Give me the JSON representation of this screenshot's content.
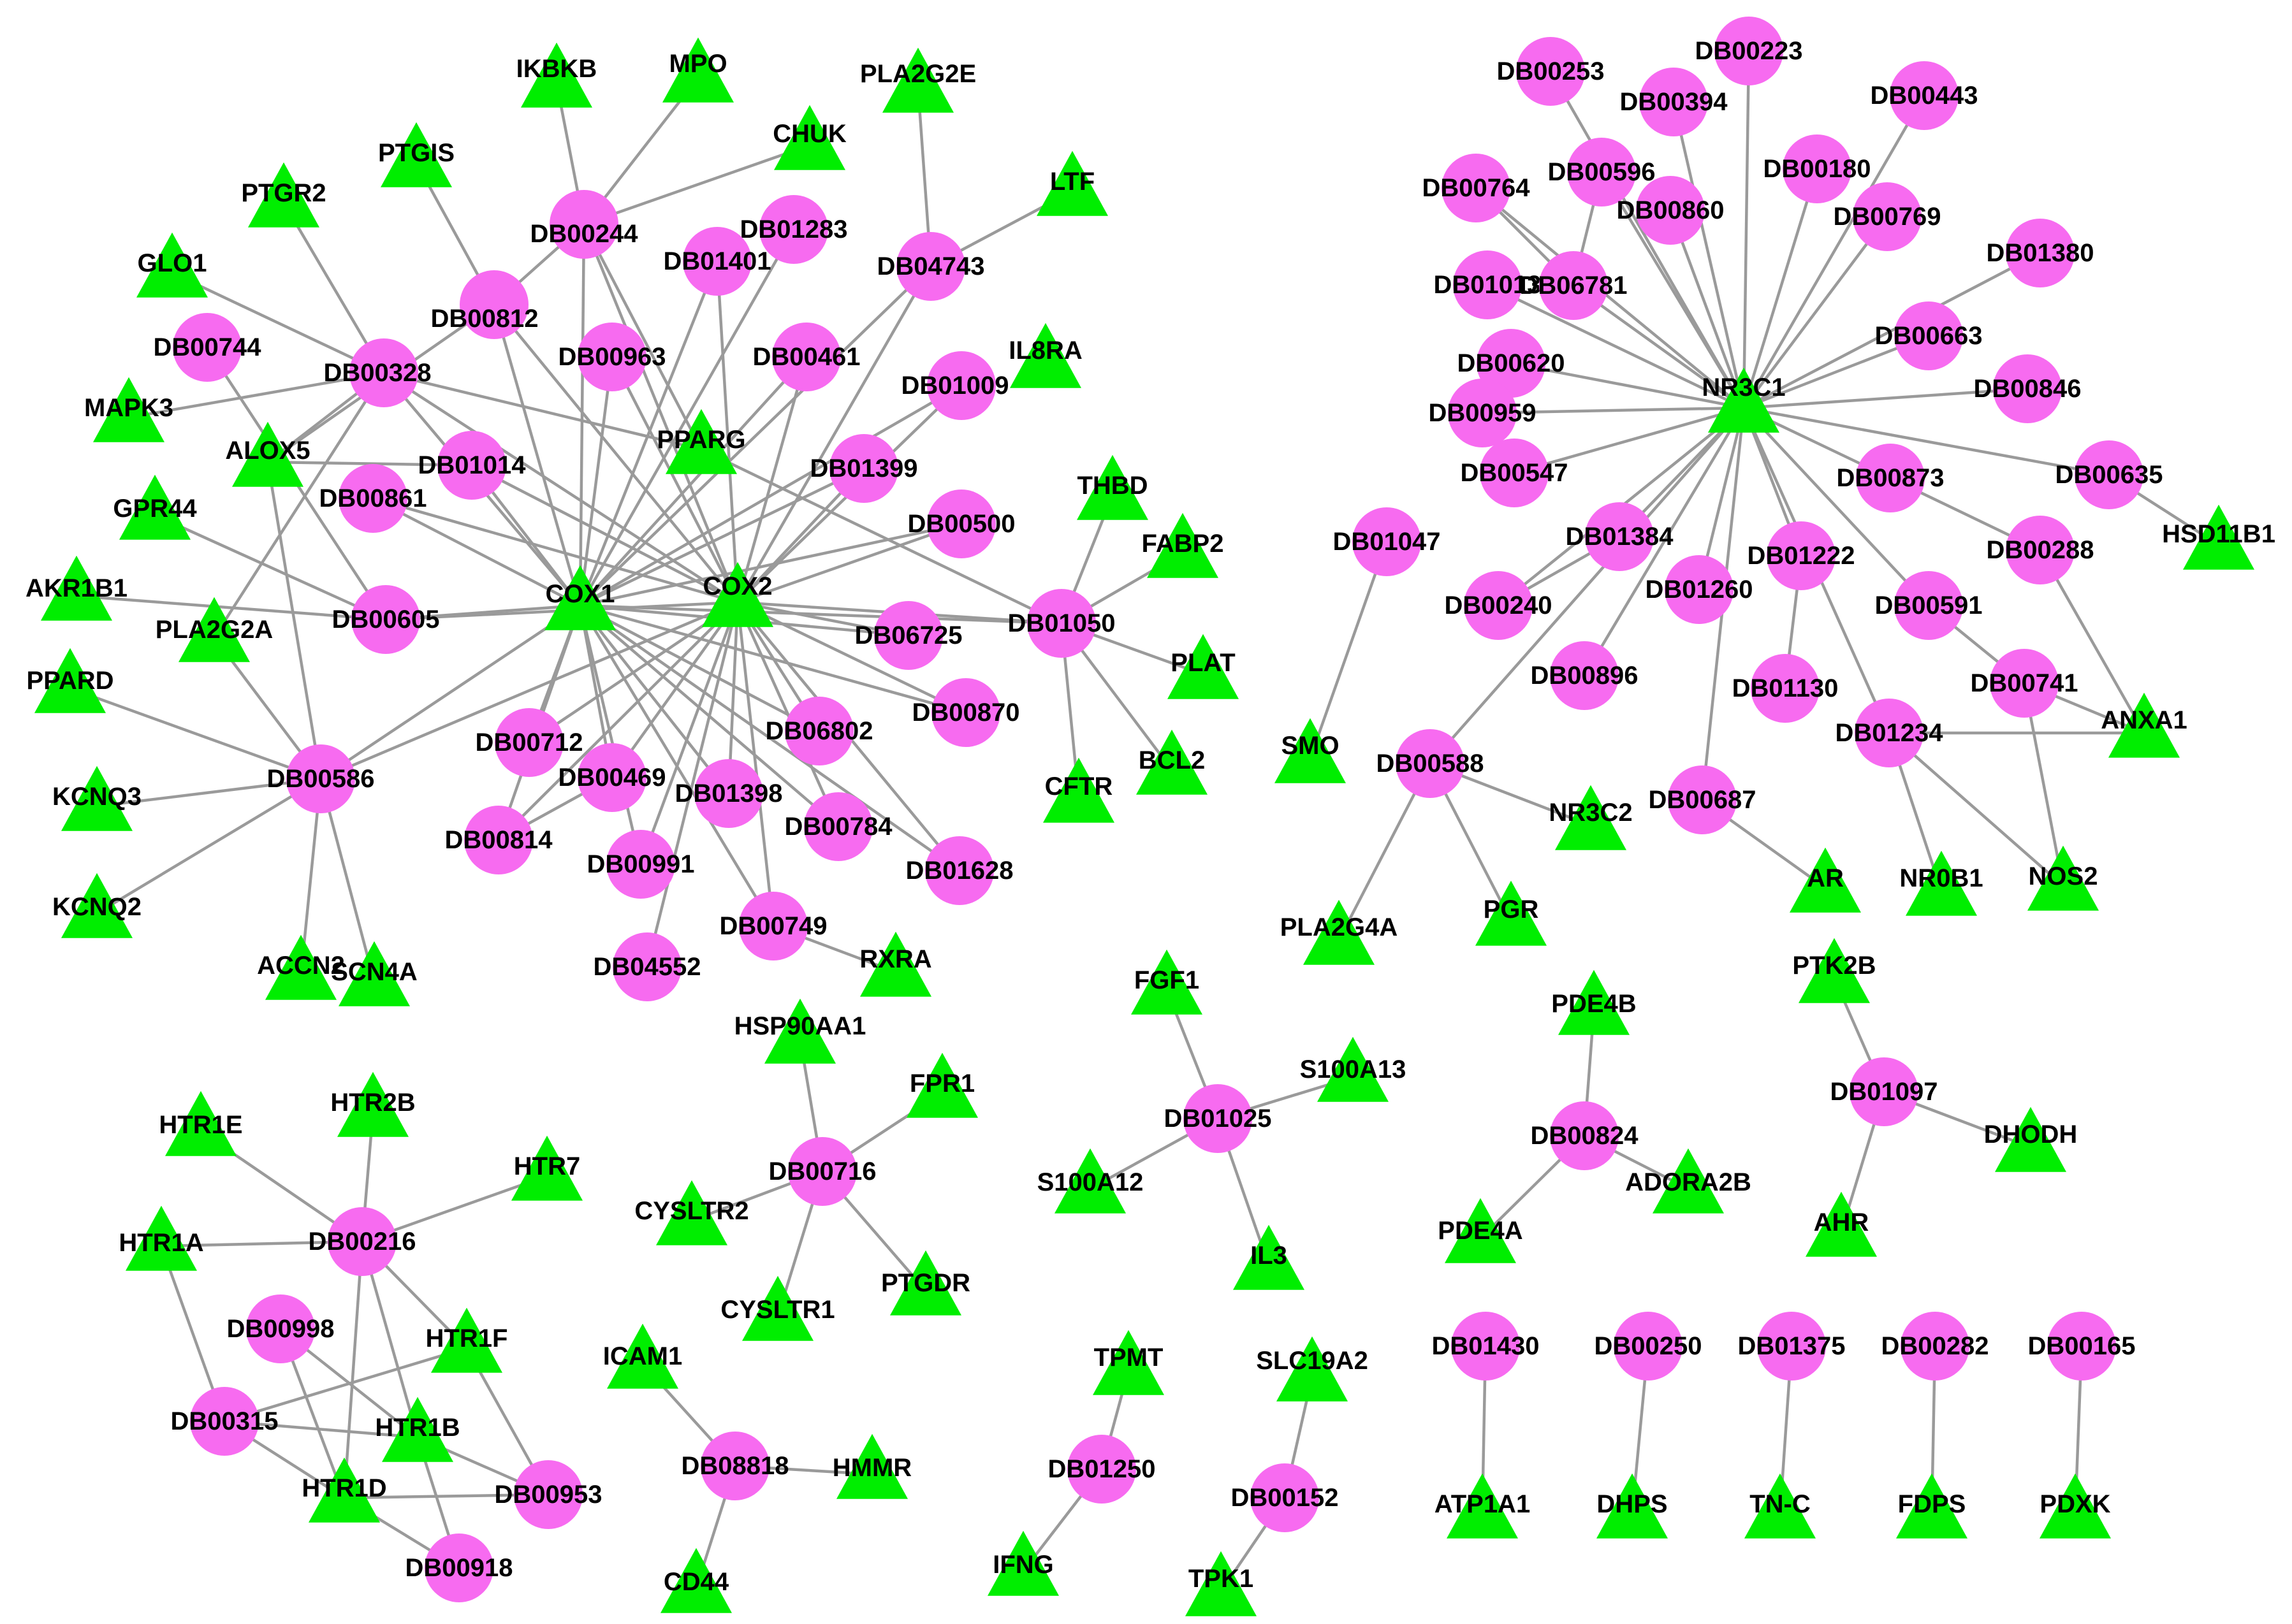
{
  "colors": {
    "drug": "#f76bf0",
    "target": "#00ee00",
    "edge": "#9a9a9a"
  },
  "legend_shapes": {
    "drug": "circle",
    "target": "triangle"
  },
  "drugs": [
    "DB00244",
    "DB01283",
    "DB00812",
    "DB01401",
    "DB04743",
    "DB00328",
    "DB00963",
    "DB00461",
    "DB00744",
    "DB01009",
    "DB01014",
    "DB01399",
    "DB00861",
    "DB00500",
    "DB00605",
    "DB06725",
    "DB01050",
    "DB00870",
    "DB06802",
    "DB00712",
    "DB00586",
    "DB00469",
    "DB01398",
    "DB00784",
    "DB00814",
    "DB00991",
    "DB01628",
    "DB00749",
    "DB04552",
    "DB00253",
    "DB00223",
    "DB00394",
    "DB00443",
    "DB00596",
    "DB00764",
    "DB00180",
    "DB00860",
    "DB00769",
    "DB01380",
    "DB01013",
    "DB06781",
    "DB00663",
    "DB00620",
    "DB00846",
    "DB00959",
    "DB00547",
    "DB00873",
    "DB00635",
    "DB01384",
    "DB01047",
    "DB01222",
    "DB00288",
    "DB01260",
    "DB00240",
    "DB00591",
    "DB00896",
    "DB00741",
    "DB01130",
    "DB01234",
    "DB00588",
    "DB00687",
    "DB00716",
    "DB01025",
    "DB00824",
    "DB01097",
    "DB00216",
    "DB00998",
    "DB00315",
    "DB00953",
    "DB00918",
    "DB08818",
    "DB01250",
    "DB00152",
    "DB01430",
    "DB00250",
    "DB01375",
    "DB00282",
    "DB00165"
  ],
  "targets": [
    "IKBKB",
    "MPO",
    "PLA2G2E",
    "PTGIS",
    "CHUK",
    "PTGR2",
    "LTF",
    "GLO1",
    "IL8RA",
    "MAPK3",
    "PPARG",
    "ALOX5",
    "GPR44",
    "THBD",
    "FABP2",
    "AKR1B1",
    "COX1",
    "COX2",
    "PLA2G2A",
    "PPARD",
    "PLAT",
    "KCNQ3",
    "CFTR",
    "BCL2",
    "KCNQ2",
    "ACCN2",
    "SCN4A",
    "RXRA",
    "NR3C1",
    "HSD11B1",
    "SMO",
    "ANXA1",
    "NR3C2",
    "AR",
    "NR0B1",
    "NOS2",
    "PLA2G4A",
    "PGR",
    "PTK2B",
    "FGF1",
    "PDE4B",
    "HSP90AA1",
    "FPR1",
    "S100A13",
    "DHODH",
    "S100A12",
    "ADORA2B",
    "CYSLTR2",
    "PDE4A",
    "AHR",
    "IL3",
    "CYSLTR1",
    "PTGDR",
    "HTR1E",
    "HTR2B",
    "HTR7",
    "HTR1A",
    "HTR1F",
    "ICAM1",
    "TPMT",
    "SLC19A2",
    "HTR1B",
    "HMMR",
    "HTR1D",
    "IFNG",
    "TPK1",
    "CD44",
    "ATP1A1",
    "DHPS",
    "TN-C",
    "FDPS",
    "PDXK"
  ],
  "edges": [
    [
      "DB00244",
      "IKBKB"
    ],
    [
      "DB00244",
      "MPO"
    ],
    [
      "DB00244",
      "CHUK"
    ],
    [
      "DB00244",
      "DB00812"
    ],
    [
      "DB00244",
      "COX1"
    ],
    [
      "DB00244",
      "COX2"
    ],
    [
      "DB00244",
      "PPARG"
    ],
    [
      "DB00812",
      "PTGIS"
    ],
    [
      "DB00812",
      "COX1"
    ],
    [
      "DB00812",
      "COX2"
    ],
    [
      "DB00812",
      "ALOX5"
    ],
    [
      "DB04743",
      "PLA2G2E"
    ],
    [
      "DB04743",
      "LTF"
    ],
    [
      "DB04743",
      "COX1"
    ],
    [
      "DB04743",
      "COX2"
    ],
    [
      "DB00328",
      "PTGR2"
    ],
    [
      "DB00328",
      "GLO1"
    ],
    [
      "DB00328",
      "ALOX5"
    ],
    [
      "DB00328",
      "COX1"
    ],
    [
      "DB00328",
      "COX2"
    ],
    [
      "DB00328",
      "PPARG"
    ],
    [
      "DB00328",
      "PLA2G2A"
    ],
    [
      "DB00328",
      "MAPK3"
    ],
    [
      "DB01283",
      "COX1"
    ],
    [
      "DB01401",
      "COX1"
    ],
    [
      "DB01401",
      "COX2"
    ],
    [
      "DB00963",
      "COX1"
    ],
    [
      "DB00963",
      "COX2"
    ],
    [
      "DB00461",
      "COX1"
    ],
    [
      "DB00461",
      "COX2"
    ],
    [
      "DB01009",
      "COX1"
    ],
    [
      "DB01009",
      "COX2"
    ],
    [
      "DB01014",
      "COX1"
    ],
    [
      "DB01014",
      "COX2"
    ],
    [
      "DB01014",
      "ALOX5"
    ],
    [
      "DB01399",
      "COX1"
    ],
    [
      "DB01399",
      "COX2"
    ],
    [
      "DB00861",
      "COX1"
    ],
    [
      "DB00861",
      "COX2"
    ],
    [
      "DB00500",
      "COX1"
    ],
    [
      "DB00500",
      "COX2"
    ],
    [
      "DB00605",
      "COX1"
    ],
    [
      "DB00605",
      "COX2"
    ],
    [
      "DB00605",
      "GPR44"
    ],
    [
      "DB00605",
      "AKR1B1"
    ],
    [
      "DB00744",
      "DB00605"
    ],
    [
      "DB06725",
      "COX1"
    ],
    [
      "DB06725",
      "COX2"
    ],
    [
      "DB01050",
      "COX1"
    ],
    [
      "DB01050",
      "COX2"
    ],
    [
      "DB01050",
      "THBD"
    ],
    [
      "DB01050",
      "FABP2"
    ],
    [
      "DB01050",
      "PLAT"
    ],
    [
      "DB01050",
      "BCL2"
    ],
    [
      "DB01050",
      "CFTR"
    ],
    [
      "DB01050",
      "PPARG"
    ],
    [
      "DB00870",
      "COX1"
    ],
    [
      "DB00870",
      "COX2"
    ],
    [
      "DB06802",
      "COX1"
    ],
    [
      "DB06802",
      "COX2"
    ],
    [
      "DB00712",
      "COX1"
    ],
    [
      "DB00712",
      "COX2"
    ],
    [
      "DB00586",
      "COX1"
    ],
    [
      "DB00586",
      "COX2"
    ],
    [
      "DB00586",
      "PLA2G2A"
    ],
    [
      "DB00586",
      "KCNQ3"
    ],
    [
      "DB00586",
      "KCNQ2"
    ],
    [
      "DB00586",
      "ACCN2"
    ],
    [
      "DB00586",
      "SCN4A"
    ],
    [
      "DB00586",
      "ALOX5"
    ],
    [
      "DB00586",
      "PPARD"
    ],
    [
      "DB00469",
      "COX1"
    ],
    [
      "DB00469",
      "COX2"
    ],
    [
      "DB00469",
      "DB00814"
    ],
    [
      "DB01398",
      "COX1"
    ],
    [
      "DB01398",
      "COX2"
    ],
    [
      "DB00784",
      "COX1"
    ],
    [
      "DB00784",
      "COX2"
    ],
    [
      "DB00814",
      "COX1"
    ],
    [
      "DB00814",
      "COX2"
    ],
    [
      "DB00991",
      "COX1"
    ],
    [
      "DB00991",
      "COX2"
    ],
    [
      "DB01628",
      "COX1"
    ],
    [
      "DB01628",
      "COX2"
    ],
    [
      "DB00749",
      "COX1"
    ],
    [
      "DB00749",
      "COX2"
    ],
    [
      "DB00749",
      "RXRA"
    ],
    [
      "DB04552",
      "COX2"
    ],
    [
      "DB00253",
      "NR3C1"
    ],
    [
      "DB00223",
      "NR3C1"
    ],
    [
      "DB00394",
      "NR3C1"
    ],
    [
      "DB00443",
      "NR3C1"
    ],
    [
      "DB00596",
      "NR3C1"
    ],
    [
      "DB00764",
      "NR3C1"
    ],
    [
      "DB00180",
      "NR3C1"
    ],
    [
      "DB00860",
      "NR3C1"
    ],
    [
      "DB00769",
      "NR3C1"
    ],
    [
      "DB01380",
      "NR3C1"
    ],
    [
      "DB01013",
      "NR3C1"
    ],
    [
      "DB06781",
      "NR3C1"
    ],
    [
      "DB00663",
      "NR3C1"
    ],
    [
      "DB00620",
      "NR3C1"
    ],
    [
      "DB00846",
      "NR3C1"
    ],
    [
      "DB00959",
      "NR3C1"
    ],
    [
      "DB00547",
      "NR3C1"
    ],
    [
      "DB00873",
      "NR3C1"
    ],
    [
      "DB00635",
      "NR3C1"
    ],
    [
      "DB01384",
      "NR3C1"
    ],
    [
      "DB01222",
      "NR3C1"
    ],
    [
      "DB01260",
      "NR3C1"
    ],
    [
      "DB00896",
      "NR3C1"
    ],
    [
      "DB00591",
      "NR3C1"
    ],
    [
      "DB01234",
      "NR3C1"
    ],
    [
      "DB00588",
      "NR3C1"
    ],
    [
      "DB00687",
      "NR3C1"
    ],
    [
      "DB00240",
      "NR3C1"
    ],
    [
      "DB00635",
      "HSD11B1"
    ],
    [
      "DB01047",
      "SMO"
    ],
    [
      "DB00288",
      "ANXA1"
    ],
    [
      "DB00741",
      "ANXA1"
    ],
    [
      "DB00741",
      "NOS2"
    ],
    [
      "DB01234",
      "ANXA1"
    ],
    [
      "DB01234",
      "NR0B1"
    ],
    [
      "DB01234",
      "NOS2"
    ],
    [
      "DB00873",
      "DB00288"
    ],
    [
      "DB00591",
      "DB00741"
    ],
    [
      "DB00588",
      "NR3C2"
    ],
    [
      "DB00588",
      "PLA2G4A"
    ],
    [
      "DB00588",
      "PGR"
    ],
    [
      "DB00687",
      "AR"
    ],
    [
      "DB00240",
      "DB01384"
    ],
    [
      "DB01222",
      "DB01130"
    ],
    [
      "DB00596",
      "DB06781"
    ],
    [
      "DB00764",
      "DB06781"
    ],
    [
      "DB00716",
      "HSP90AA1"
    ],
    [
      "DB00716",
      "FPR1"
    ],
    [
      "DB00716",
      "CYSLTR2"
    ],
    [
      "DB00716",
      "CYSLTR1"
    ],
    [
      "DB00716",
      "PTGDR"
    ],
    [
      "DB01025",
      "FGF1"
    ],
    [
      "DB01025",
      "S100A13"
    ],
    [
      "DB01025",
      "S100A12"
    ],
    [
      "DB01025",
      "IL3"
    ],
    [
      "DB00824",
      "PDE4B"
    ],
    [
      "DB00824",
      "PDE4A"
    ],
    [
      "DB00824",
      "ADORA2B"
    ],
    [
      "DB01097",
      "PTK2B"
    ],
    [
      "DB01097",
      "DHODH"
    ],
    [
      "DB01097",
      "AHR"
    ],
    [
      "DB00216",
      "HTR1E"
    ],
    [
      "DB00216",
      "HTR2B"
    ],
    [
      "DB00216",
      "HTR7"
    ],
    [
      "DB00216",
      "HTR1A"
    ],
    [
      "DB00216",
      "HTR1F"
    ],
    [
      "DB00216",
      "HTR1B"
    ],
    [
      "DB00216",
      "HTR1D"
    ],
    [
      "DB00998",
      "HTR1B"
    ],
    [
      "DB00998",
      "HTR1D"
    ],
    [
      "DB00315",
      "HTR1A"
    ],
    [
      "DB00315",
      "HTR1F"
    ],
    [
      "DB00315",
      "HTR1B"
    ],
    [
      "DB00315",
      "HTR1D"
    ],
    [
      "DB00953",
      "HTR1F"
    ],
    [
      "DB00953",
      "HTR1B"
    ],
    [
      "DB00953",
      "HTR1D"
    ],
    [
      "DB00918",
      "HTR1B"
    ],
    [
      "DB00918",
      "HTR1D"
    ],
    [
      "DB08818",
      "ICAM1"
    ],
    [
      "DB08818",
      "HMMR"
    ],
    [
      "DB08818",
      "CD44"
    ],
    [
      "DB01250",
      "TPMT"
    ],
    [
      "DB01250",
      "IFNG"
    ],
    [
      "DB00152",
      "SLC19A2"
    ],
    [
      "DB00152",
      "TPK1"
    ],
    [
      "DB01430",
      "ATP1A1"
    ],
    [
      "DB00250",
      "DHPS"
    ],
    [
      "DB01375",
      "TN-C"
    ],
    [
      "DB00282",
      "FDPS"
    ],
    [
      "DB00165",
      "PDXK"
    ]
  ]
}
